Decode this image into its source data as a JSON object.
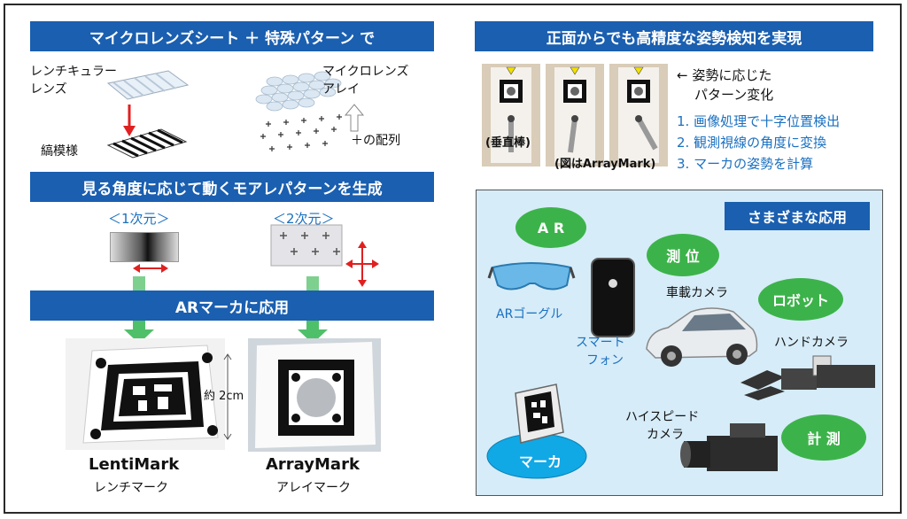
{
  "left": {
    "banner_top": "マイクロレンズシート ＋ 特殊パターン で",
    "lenticular_label_1": "レンチキュラー",
    "lenticular_label_2": "レンズ",
    "stripe_label": "縞模様",
    "microlens_label_1": "マイクロレンズ",
    "microlens_label_2": "アレイ",
    "cross_label": "＋の配列",
    "banner_mid": "見る角度に応じて動くモアレパターンを生成",
    "dim1_label": "＜1次元＞",
    "dim2_label": "＜2次元＞",
    "banner_ar": "ARマーカに応用",
    "size_label": "約 2cm",
    "lentimark_name": "LentiMark",
    "lentimark_kana": "レンチマーク",
    "arraymark_name": "ArrayMark",
    "arraymark_kana": "アレイマーク"
  },
  "right": {
    "banner": "正面からでも高精度な姿勢検知を実現",
    "pattern_change_1": "← 姿勢に応じた",
    "pattern_change_2": "パターン変化",
    "photo_caption_1": "(垂直棒)",
    "photo_caption_2": "(図はArrayMark)",
    "steps": [
      "1. 画像処理で十字位置検出",
      "2. 観測視線の角度に変換",
      "3. マーカの姿勢を計算"
    ],
    "apps_title": "さまざまな応用",
    "ovals": {
      "ar": "A R",
      "positioning": "測 位",
      "robot": "ロボット",
      "measure": "計 測"
    },
    "ar_goggle": "ARゴーグル",
    "smartphone_1": "スマート",
    "smartphone_2": "フォン",
    "car_camera": "車載カメラ",
    "hand_camera": "ハンドカメラ",
    "highspeed_1": "ハイスピード",
    "highspeed_2": "カメラ",
    "marker": "マーカ"
  },
  "colors": {
    "banner_blue": "#1a5fb0",
    "oval_green": "#3cb34a",
    "apps_bg": "#d6ecf8",
    "marker_cyan": "#11a8e6",
    "arrow_green": "#4fc06a",
    "arrow_red": "#e02020"
  }
}
